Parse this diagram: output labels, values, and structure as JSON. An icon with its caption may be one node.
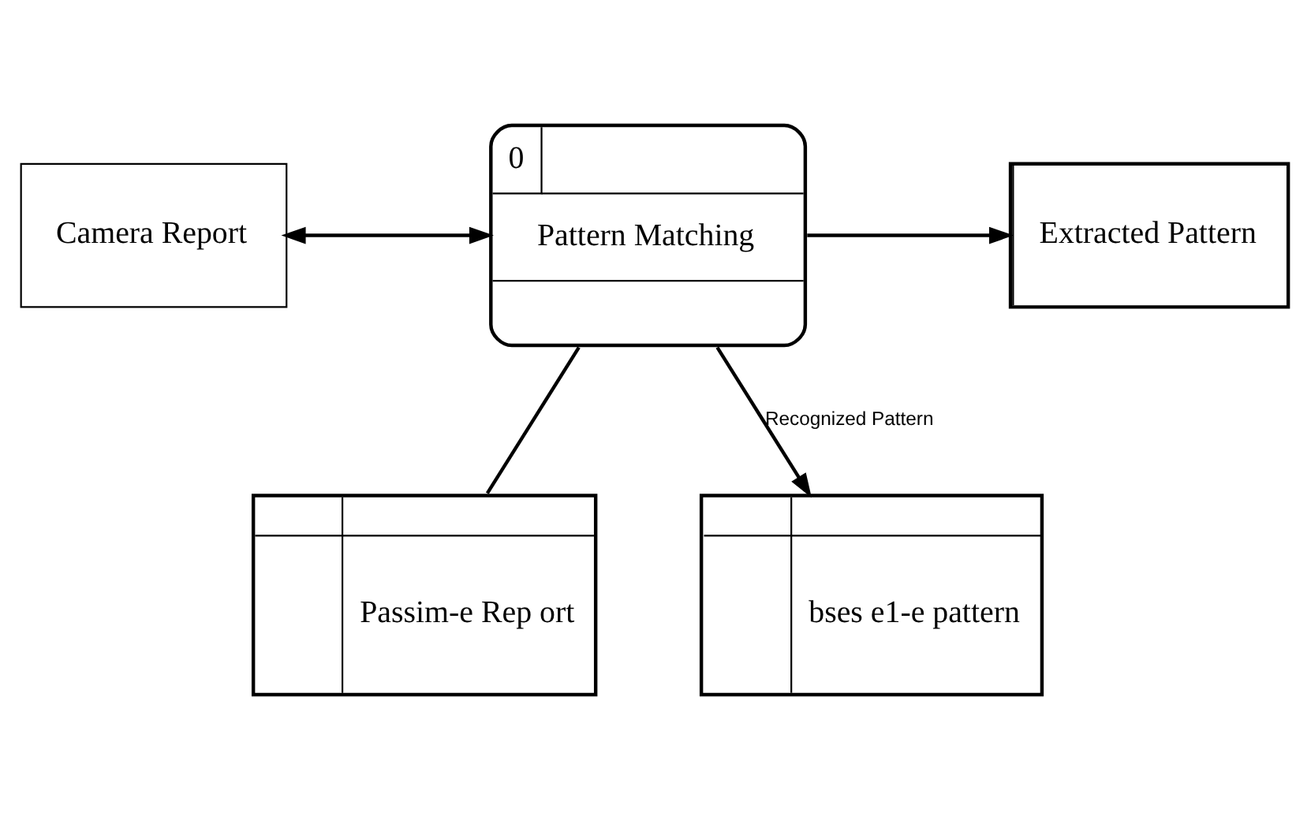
{
  "diagram": {
    "nodes": [
      {
        "text": [
          "Camera Report"
        ]
      },
      {
        "text": [
          "0",
          "Pattern Matching"
        ]
      },
      {
        "text": [
          "Extracted Pattern"
        ]
      },
      {
        "text": [
          "Passim-e Rep ort"
        ]
      },
      {
        "text": [
          "bses e1-e pattern"
        ]
      }
    ],
    "edges": [
      {
        "from": 0,
        "to": 1,
        "arrow": "both"
      },
      {
        "from": 1,
        "to": 2,
        "arrow": "to"
      },
      {
        "from": 1,
        "to": 3,
        "arrow": "none"
      },
      {
        "from": 1,
        "to": 4,
        "arrow": "to",
        "label": "Recognized Pattern"
      }
    ]
  }
}
